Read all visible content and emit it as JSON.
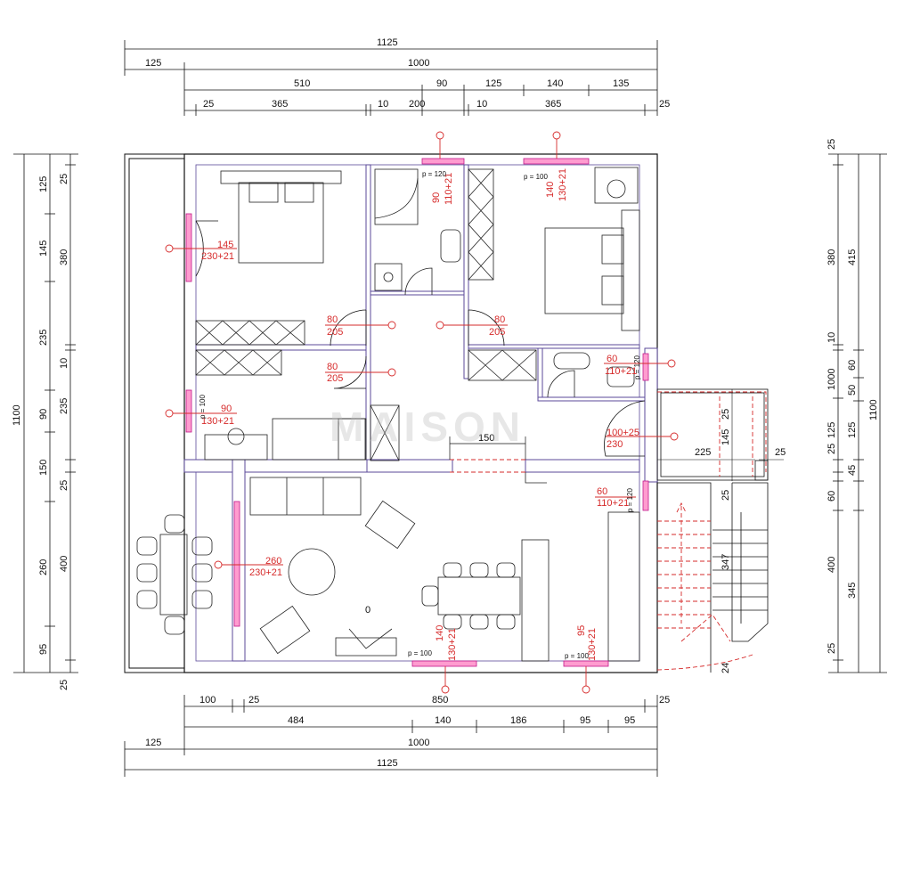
{
  "watermark": "MAISON",
  "dimensions": {
    "top": {
      "row1": [
        "1125"
      ],
      "row2": [
        "125",
        "1000"
      ],
      "row3": [
        "510",
        "90",
        "125",
        "140",
        "135"
      ],
      "row4": [
        "25",
        "365",
        "10",
        "200",
        "10",
        "365",
        "25"
      ]
    },
    "bottom": {
      "row1": [
        "100",
        "25",
        "850",
        "25"
      ],
      "row2": [
        "484",
        "140",
        "186",
        "95",
        "95"
      ],
      "row3": [
        "125",
        "1000"
      ],
      "row4": [
        "1125"
      ]
    },
    "left": {
      "outer": "1100",
      "row_a": [
        "125",
        "145",
        "235",
        "90",
        "150",
        "260",
        "95"
      ],
      "row_b": [
        "25",
        "380",
        "10",
        "235",
        "25",
        "400",
        "25"
      ]
    },
    "right": {
      "outer": "1100",
      "row_a": [
        "25",
        "380",
        "10",
        "1000",
        "125",
        "25",
        "60",
        "400",
        "25"
      ],
      "row_b": [
        "415",
        "60",
        "50",
        "125",
        "45",
        "345"
      ]
    },
    "inner": {
      "d150": "150",
      "d225": "225",
      "d145": "145",
      "d25a": "25",
      "d25b": "25",
      "d25c": "25",
      "d347": "347",
      "d24": "24",
      "d0": "0"
    }
  },
  "openings": [
    {
      "w": "145",
      "h": "230+21"
    },
    {
      "w": "80",
      "h": "205"
    },
    {
      "w": "80",
      "h": "205"
    },
    {
      "w": "80",
      "h": "205"
    },
    {
      "w": "90",
      "h": "130+21"
    },
    {
      "w": "90",
      "h": "110+21"
    },
    {
      "w": "140",
      "h": "130+21"
    },
    {
      "w": "60",
      "h": "110+21"
    },
    {
      "w": "100+25",
      "h": "230"
    },
    {
      "w": "60",
      "h": "110+21"
    },
    {
      "w": "260",
      "h": "230+21"
    },
    {
      "w": "140",
      "h": "130+21"
    },
    {
      "w": "95",
      "h": "130+21"
    }
  ],
  "sill_labels": [
    "p = 120",
    "p = 100",
    "p = 100",
    "p = 120",
    "p = 120",
    "p = 100",
    "p = 100"
  ]
}
